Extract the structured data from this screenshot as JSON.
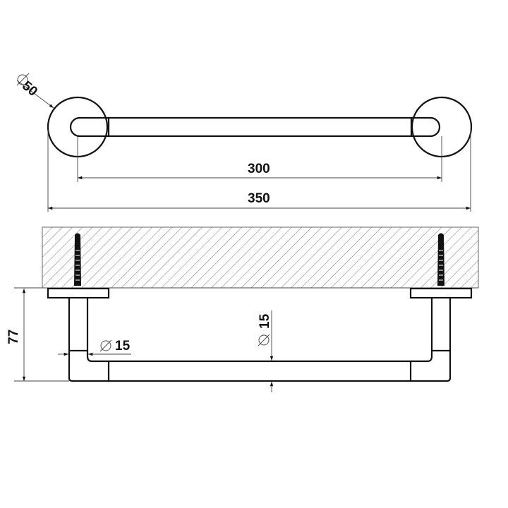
{
  "drawing": {
    "type": "technical-drawing",
    "subject": "towel bar",
    "views": [
      "top-view",
      "front-section-view"
    ],
    "colors": {
      "line": "#111111",
      "dimension_line": "#444444",
      "hatch": "#666666",
      "background": "#ffffff"
    }
  },
  "top_view": {
    "rosette_diameter_label": "50",
    "rosette_diameter_symbol": "⌀",
    "inner_length_label": "300",
    "overall_length_label": "350"
  },
  "section_view": {
    "height_label": "77",
    "post_diameter_label": "15",
    "post_diameter_symbol": "⌀",
    "bar_diameter_label": "15",
    "bar_diameter_symbol": "⌀",
    "wall_hatch": "diagonal",
    "fasteners": [
      "left-screw",
      "right-screw"
    ]
  }
}
